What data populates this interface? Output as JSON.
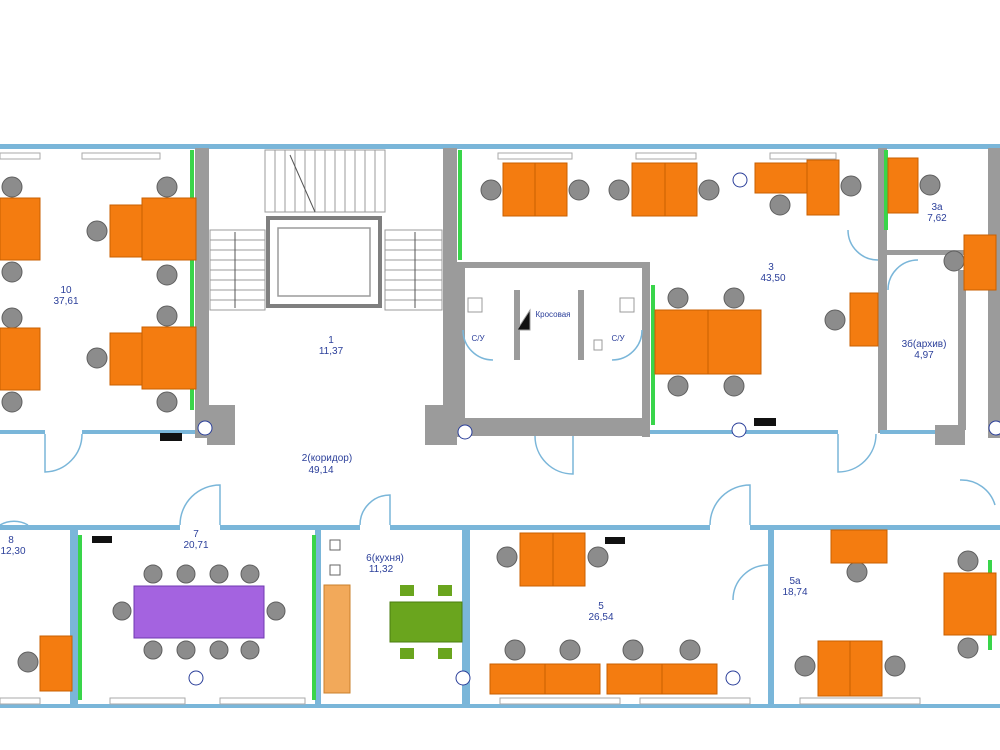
{
  "colors": {
    "wall_outer": "#7ab6d9",
    "wall": "#9b9b9b",
    "desk": "#f47c10",
    "chair": "#8c8c8c",
    "meeting_table": "#a463e0",
    "kitchen_table": "#6aa51e",
    "accent_green": "#39d54a",
    "label": "#2b3f9a",
    "kitchen_counter": "#f2a95a"
  },
  "rooms": [
    {
      "id": "r10",
      "number": "10",
      "area": "37,61"
    },
    {
      "id": "r1",
      "number": "1",
      "area": "11,37"
    },
    {
      "id": "r2",
      "number": "2(коридор)",
      "area": "49,14"
    },
    {
      "id": "r3",
      "number": "3",
      "area": "43,50"
    },
    {
      "id": "r3a",
      "number": "3а",
      "area": "7,62"
    },
    {
      "id": "r3b",
      "number": "3б(архив)",
      "area": "4,97"
    },
    {
      "id": "r8",
      "number": "8",
      "area": "12,30"
    },
    {
      "id": "r7",
      "number": "7",
      "area": "20,71"
    },
    {
      "id": "r6",
      "number": "6(кухня)",
      "area": "11,32"
    },
    {
      "id": "r5",
      "number": "5",
      "area": "26,54"
    },
    {
      "id": "r5a",
      "number": "5а",
      "area": "18,74"
    }
  ],
  "wc": {
    "left": "С/У",
    "right": "С/У",
    "middle": "Кросовая"
  }
}
